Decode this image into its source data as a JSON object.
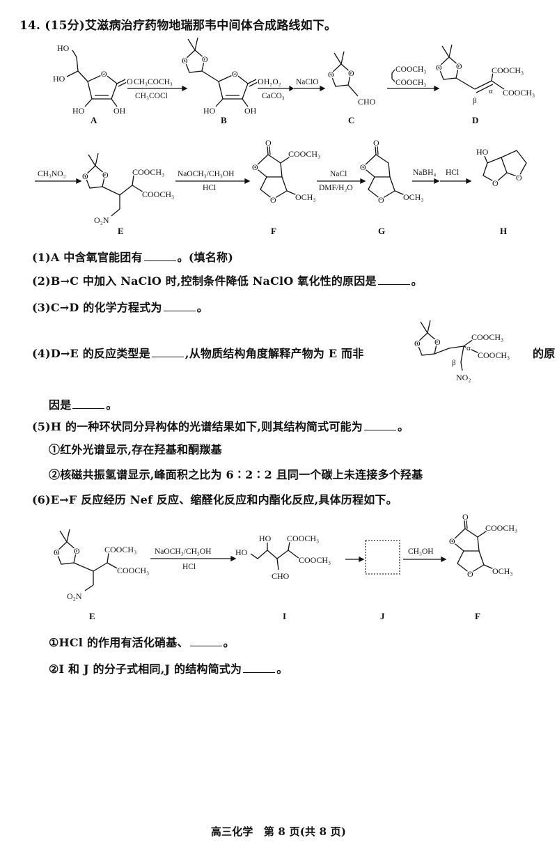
{
  "question": {
    "title": "14. (15分)艾滋病治疗药物地瑞那韦中间体合成路线如下。",
    "atoms": {
      "O": "O"
    },
    "scheme1": {
      "compounds": [
        "A",
        "B",
        "C",
        "D"
      ],
      "A": {
        "ho_top": "HO",
        "ho_side": "HO",
        "ho_bottom": "HO",
        "oh_bottom": "OH"
      },
      "B": {
        "ho_bottom": "HO",
        "oh_bottom": "OH"
      },
      "C": {
        "cho": "CHO"
      },
      "D": {
        "cooch3_top": "COOCH₃",
        "cooch3_bottom": "COOCH₃",
        "alpha": "α",
        "beta": "β"
      },
      "arrows": [
        {
          "above": "CH₃COCH₃",
          "below": "CH₃COCl"
        },
        {
          "above": "H₂O₂",
          "below": "CaCO₃"
        },
        {
          "above": "NaClO"
        },
        {
          "above_top": "COOCH₃",
          "above_bottom": "COOCH₃"
        }
      ]
    },
    "scheme2": {
      "compounds": [
        "E",
        "F",
        "G",
        "H"
      ],
      "E": {
        "cooch3_top": "COOCH₃",
        "cooch3_bottom": "COOCH₃",
        "no2": "O₂N"
      },
      "F": {
        "cooch3": "COOCH₃",
        "och3": "OCH₃"
      },
      "G": {
        "och3": "OCH₃"
      },
      "H": {
        "ho": "HO"
      },
      "arrows": [
        {
          "above": "CH₃NO₂"
        },
        {
          "above": "NaOCH₃/CH₃OH",
          "below": "HCl"
        },
        {
          "above": "NaCl",
          "below": "DMF/H₂O"
        },
        {
          "above": "NaBH₄"
        },
        {
          "above": "HCl"
        }
      ]
    },
    "parts": {
      "p1": {
        "before": "(1)A 中含氧官能团有",
        "after": "。(填名称)"
      },
      "p2": {
        "before": "(2)B→C 中加入 NaClO 时,控制条件降低 NaClO 氧化性的原因是",
        "after": "。"
      },
      "p3": {
        "before": "(3)C→D 的化学方程式为",
        "after": "。"
      },
      "p4": {
        "before": "(4)D→E 的反应类型是",
        "middle": ",从物质结构角度解释产物为 E 而非",
        "after": "的原",
        "line2_before": "因是",
        "line2_after": "。",
        "struct": {
          "cooch3_top": "COOCH₃",
          "cooch3_bottom": "COOCH₃",
          "alpha": "α",
          "beta": "β",
          "no2": "NO₂"
        }
      },
      "p5": {
        "before": "(5)H 的一种环状同分异构体的光谱结果如下,则其结构简式可能为",
        "after": "。",
        "c1": "①红外光谱显示,存在羟基和酮羰基",
        "c2": "②核磁共振氢谱显示,峰面积之比为 6∶2∶2 且同一个碳上未连接多个羟基"
      },
      "p6": {
        "intro": "(6)E→F 反应经历 Nef 反应、缩醛化反应和内酯化反应,具体历程如下。",
        "q1_before": "①HCl 的作用有活化硝基、",
        "q1_after": "。",
        "q2_before": "②I 和 J 的分子式相同,J 的结构简式为",
        "q2_after": "。"
      }
    },
    "scheme3": {
      "compounds": [
        "E",
        "I",
        "J",
        "F"
      ],
      "E": {
        "cooch3_top": "COOCH₃",
        "cooch3_bottom": "COOCH₃",
        "no2": "O₂N"
      },
      "I": {
        "ho_left": "HO",
        "ho_top": "HO",
        "cooch3_top": "COOCH₃",
        "cooch3_right": "COOCH₃",
        "cho": "CHO"
      },
      "F": {
        "cooch3": "COOCH₃",
        "och3": "OCH₃"
      },
      "arrows": [
        {
          "above": "NaOCH₃/CH₃OH",
          "below": "HCl"
        },
        {},
        {
          "above": "CH₃OH"
        }
      ]
    }
  },
  "footer": "高三化学　第 8 页(共 8 页)"
}
